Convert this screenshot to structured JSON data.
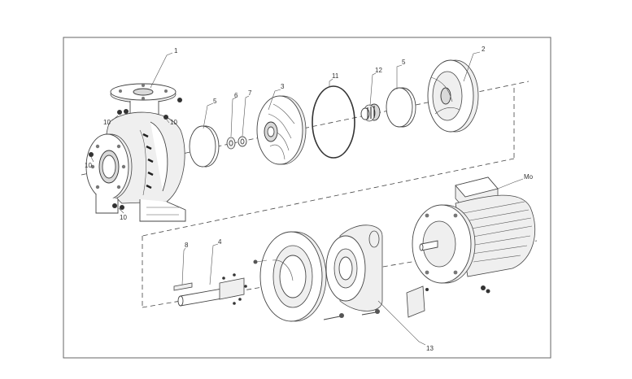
{
  "labels": [
    {
      "id": "casing",
      "text": "1"
    },
    {
      "id": "cover",
      "text": "2"
    },
    {
      "id": "impeller",
      "text": "3"
    },
    {
      "id": "shaft",
      "text": "4"
    },
    {
      "id": "wear-ring-left",
      "text": "5"
    },
    {
      "id": "wear-ring-right",
      "text": "5"
    },
    {
      "id": "washer",
      "text": "6"
    },
    {
      "id": "nut",
      "text": "7"
    },
    {
      "id": "key",
      "text": "8"
    },
    {
      "id": "bolt-top-right",
      "text": "10"
    },
    {
      "id": "bolt-top-left",
      "text": "10"
    },
    {
      "id": "bolt-mid-left",
      "text": "10"
    },
    {
      "id": "bolt-bottom",
      "text": "10"
    },
    {
      "id": "o-ring",
      "text": "11"
    },
    {
      "id": "mech-seal",
      "text": "12"
    },
    {
      "id": "lantern",
      "text": "13"
    },
    {
      "id": "motor",
      "text": "Mo"
    }
  ]
}
